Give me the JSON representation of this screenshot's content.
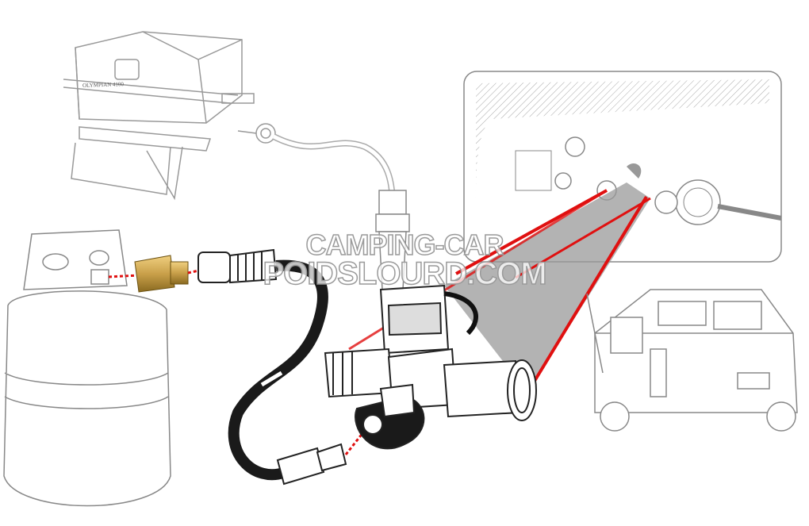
{
  "grill": {
    "label": "OLYMPIAN 4100"
  },
  "watermark": {
    "line1": "CAMPING-CAR",
    "line2": "POIDSLOURD.COM"
  },
  "colors": {
    "highlight_red": "#e01010",
    "hose_black": "#1a1a1a",
    "brass": "#c9a04a",
    "beam_gray": "#9a9a9a",
    "line_gray": "#888888"
  }
}
